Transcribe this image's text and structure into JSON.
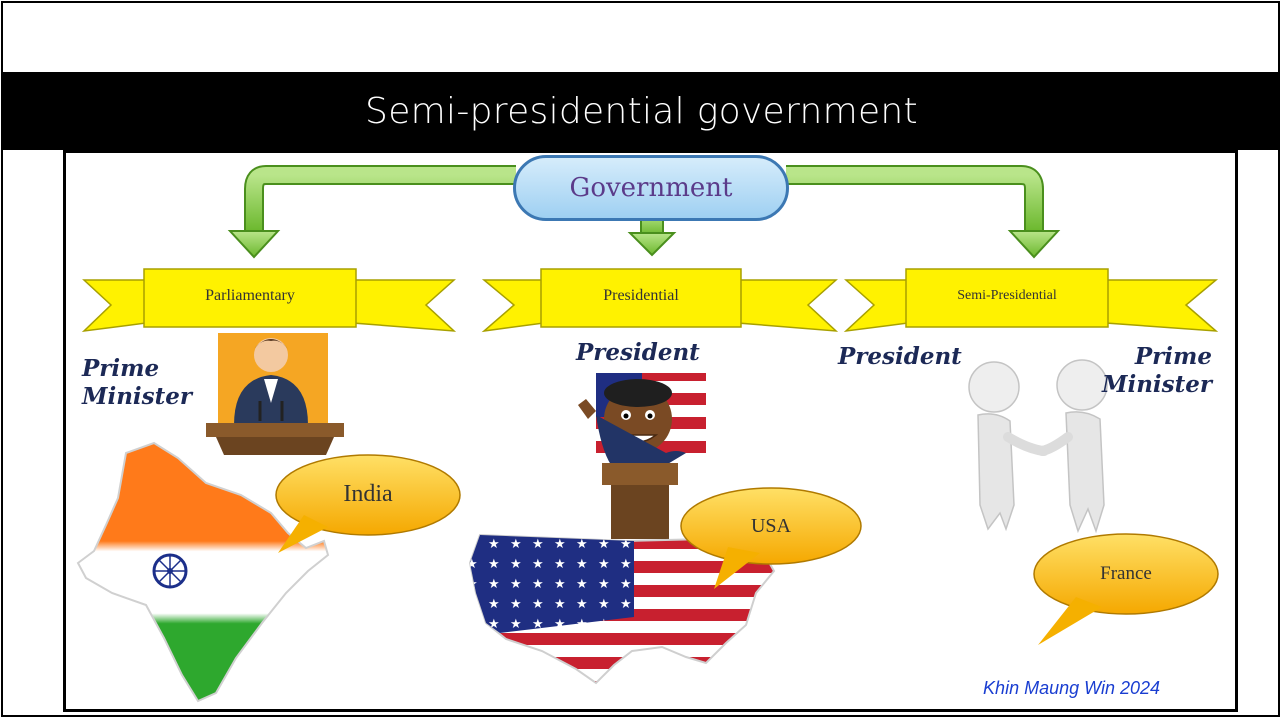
{
  "title": "Semi-presidential government",
  "diagram": {
    "root": "Government",
    "branches": [
      {
        "label": "Parliamentary",
        "leader": "Prime\nMinister",
        "country": "India"
      },
      {
        "label": "Presidential",
        "leader": "President",
        "country": "USA"
      },
      {
        "label": "Semi-Presidential",
        "leaders": [
          "President",
          "Prime\nMinister"
        ],
        "country": "France"
      }
    ],
    "credit": "Khin Maung Win 2024"
  },
  "colors": {
    "arrow_green": "#7bc63c",
    "banner_yellow": "#fff200",
    "bubble_yellow": "#fcc314",
    "pill_blue": "#a9d7f5",
    "india_saffron": "#ff7a1a",
    "india_green": "#2ea82e",
    "usa_red": "#c8202f",
    "usa_blue": "#1f2e82",
    "credit_blue": "#1a3ed1"
  },
  "icons": {
    "india_map": "india-flag-map-icon",
    "usa_map": "usa-flag-map-icon",
    "prime_minister": "prime-minister-podium-icon",
    "president": "president-podium-icon",
    "handshake": "handshake-figures-icon"
  }
}
